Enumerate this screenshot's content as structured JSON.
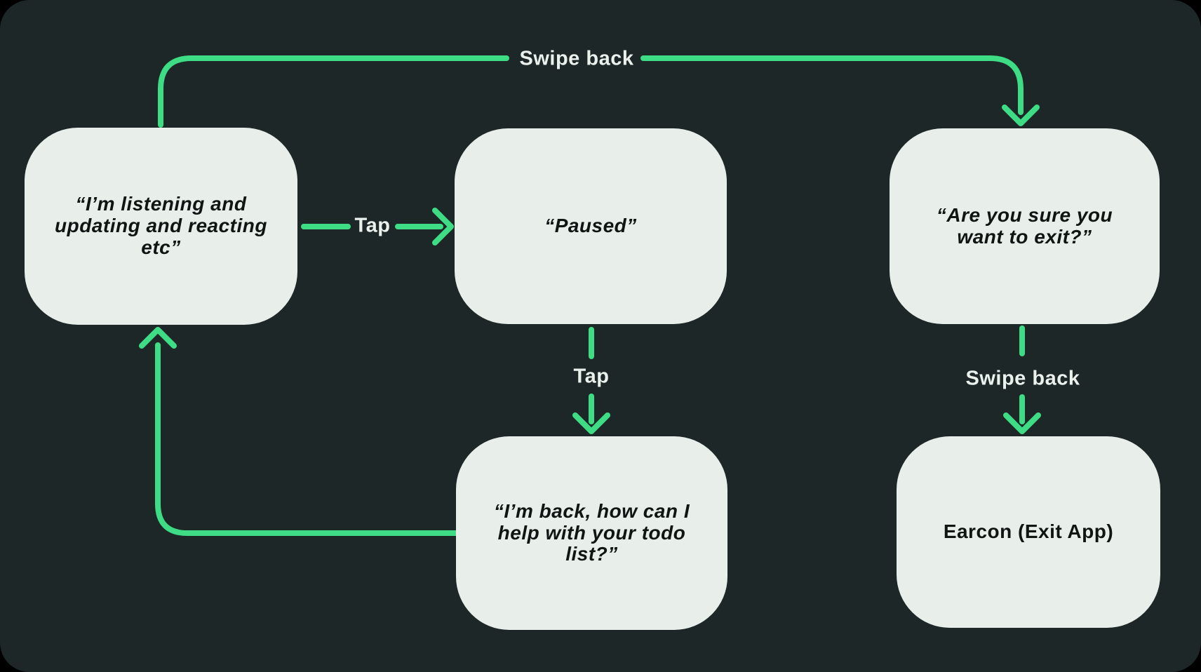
{
  "canvas": {
    "outer_background": "#000000",
    "background": "#1e2727",
    "node_fill": "#e8efeb",
    "node_text_color": "#101514",
    "accent_green": "#3edc84",
    "label_text_color": "#eaf0ec"
  },
  "nodes": [
    {
      "id": "listening",
      "text": "“I’m listening and\nupdating and reacting\netc”"
    },
    {
      "id": "paused",
      "text": "“Paused”"
    },
    {
      "id": "exit-confirm",
      "text": "“Are you sure you\nwant to exit?”"
    },
    {
      "id": "back-help",
      "text": "“I’m back, how can I\nhelp with your todo\nlist?”"
    },
    {
      "id": "earcon",
      "text": "Earcon (Exit App)"
    }
  ],
  "edges": [
    {
      "id": "swipe-back-top",
      "label": "Swipe back",
      "from": "listening",
      "to": "exit-confirm"
    },
    {
      "id": "tap-pause",
      "label": "Tap",
      "from": "listening",
      "to": "paused"
    },
    {
      "id": "tap-resume",
      "label": "Tap",
      "from": "paused",
      "to": "back-help"
    },
    {
      "id": "swipe-back-exit",
      "label": "Swipe back",
      "from": "exit-confirm",
      "to": "earcon"
    },
    {
      "id": "return-loop",
      "label": "",
      "from": "back-help",
      "to": "listening"
    }
  ]
}
